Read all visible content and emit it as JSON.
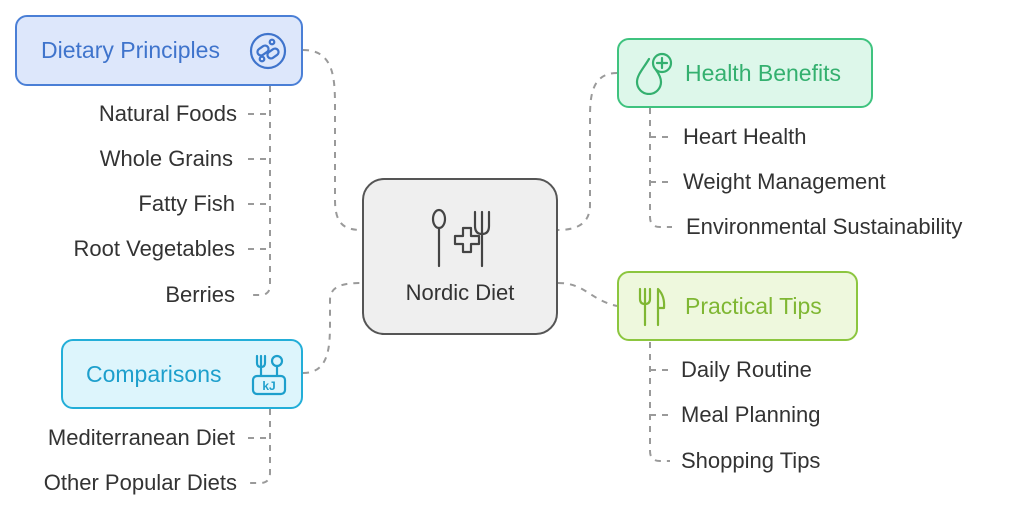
{
  "center": {
    "label": "Nordic Diet",
    "icon": "fork-spoon-cross-icon"
  },
  "branches": {
    "dietary_principles": {
      "label": "Dietary Principles",
      "icon": "pill-capsule-icon",
      "color": "#4a7fd6",
      "fill": "#dde7fb",
      "items": [
        "Natural Foods",
        "Whole Grains",
        "Fatty Fish",
        "Root Vegetables",
        "Berries"
      ]
    },
    "comparisons": {
      "label": "Comparisons",
      "icon": "food-kj-icon",
      "color": "#23aed8",
      "fill": "#ddf5fc",
      "items": [
        "Mediterranean Diet",
        "Other Popular Diets"
      ]
    },
    "health_benefits": {
      "label": "Health Benefits",
      "icon": "drop-plus-icon",
      "color": "#3fc37f",
      "fill": "#ddf7ea",
      "items": [
        "Heart Health",
        "Weight Management",
        "Environmental Sustainability"
      ]
    },
    "practical_tips": {
      "label": "Practical Tips",
      "icon": "fork-knife-icon",
      "color": "#8cc63f",
      "fill": "#eef8dd",
      "items": [
        "Daily Routine",
        "Meal Planning",
        "Shopping Tips"
      ]
    }
  },
  "icon_text": {
    "kj": "kJ"
  }
}
